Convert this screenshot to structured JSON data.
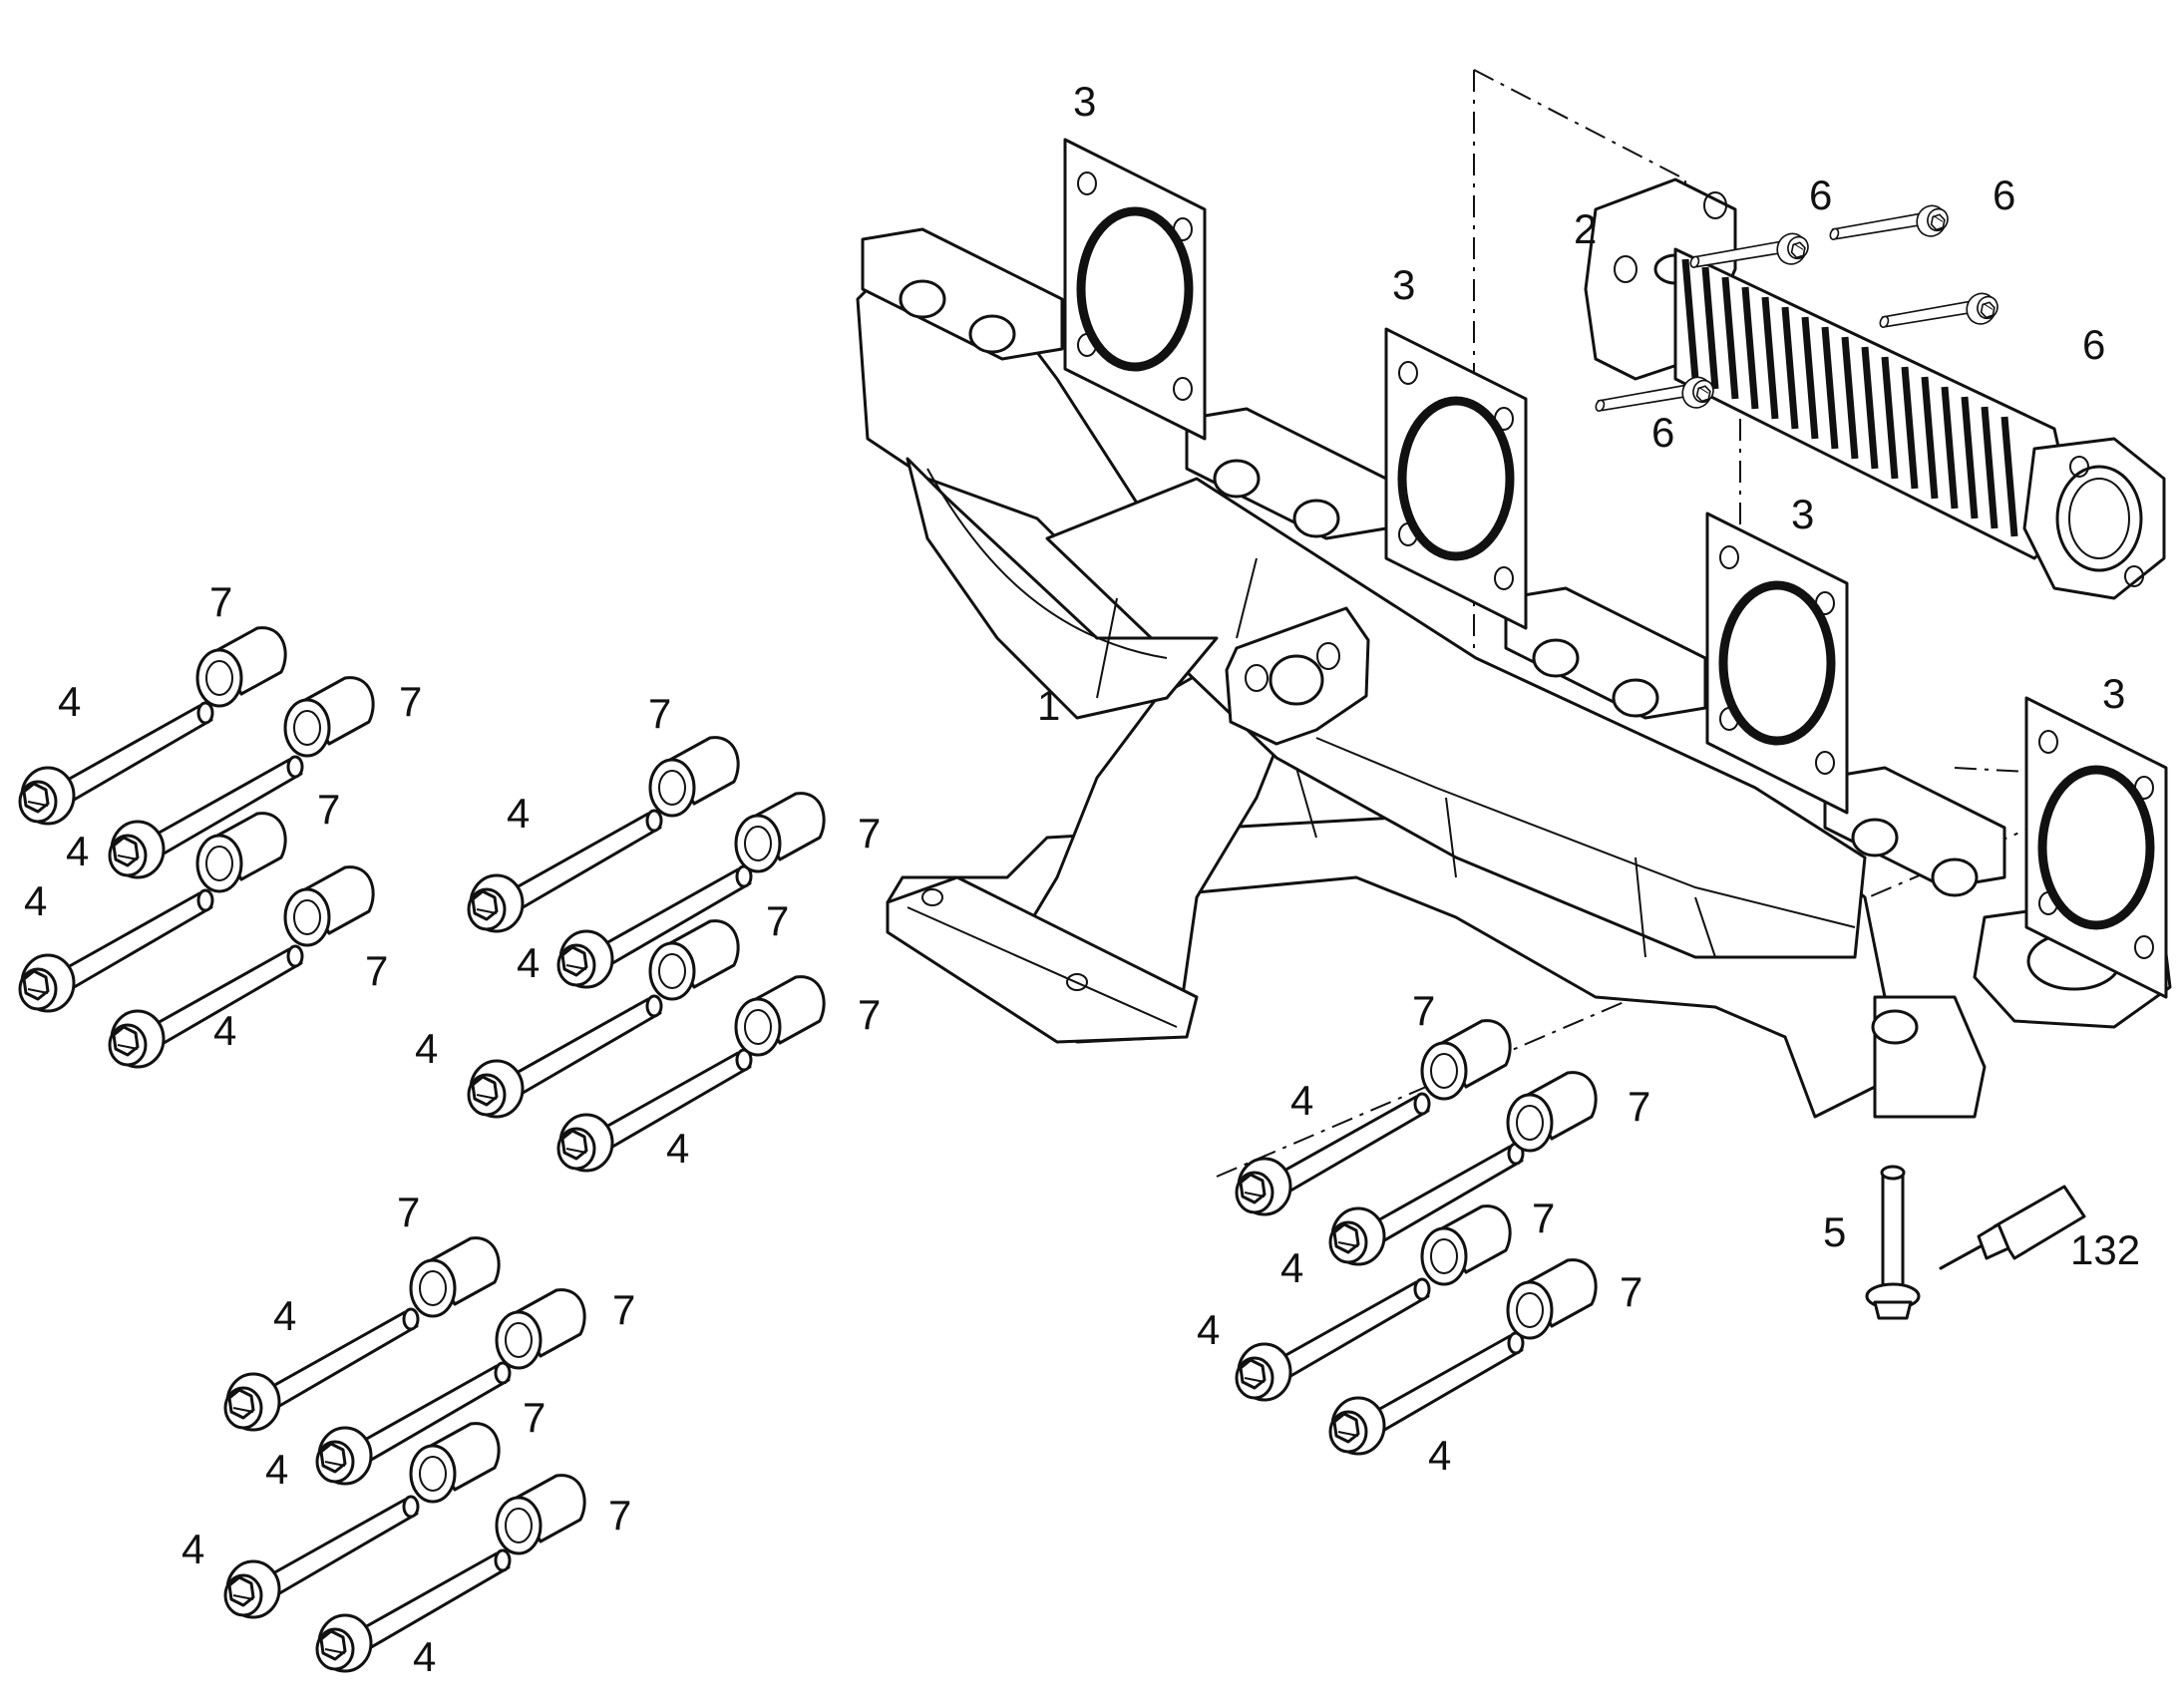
{
  "callouts": {
    "c1": "1",
    "c2": "2",
    "c3": "3",
    "c4": "4",
    "c5": "5",
    "c6": "6",
    "c7": "7",
    "c132": "132"
  }
}
